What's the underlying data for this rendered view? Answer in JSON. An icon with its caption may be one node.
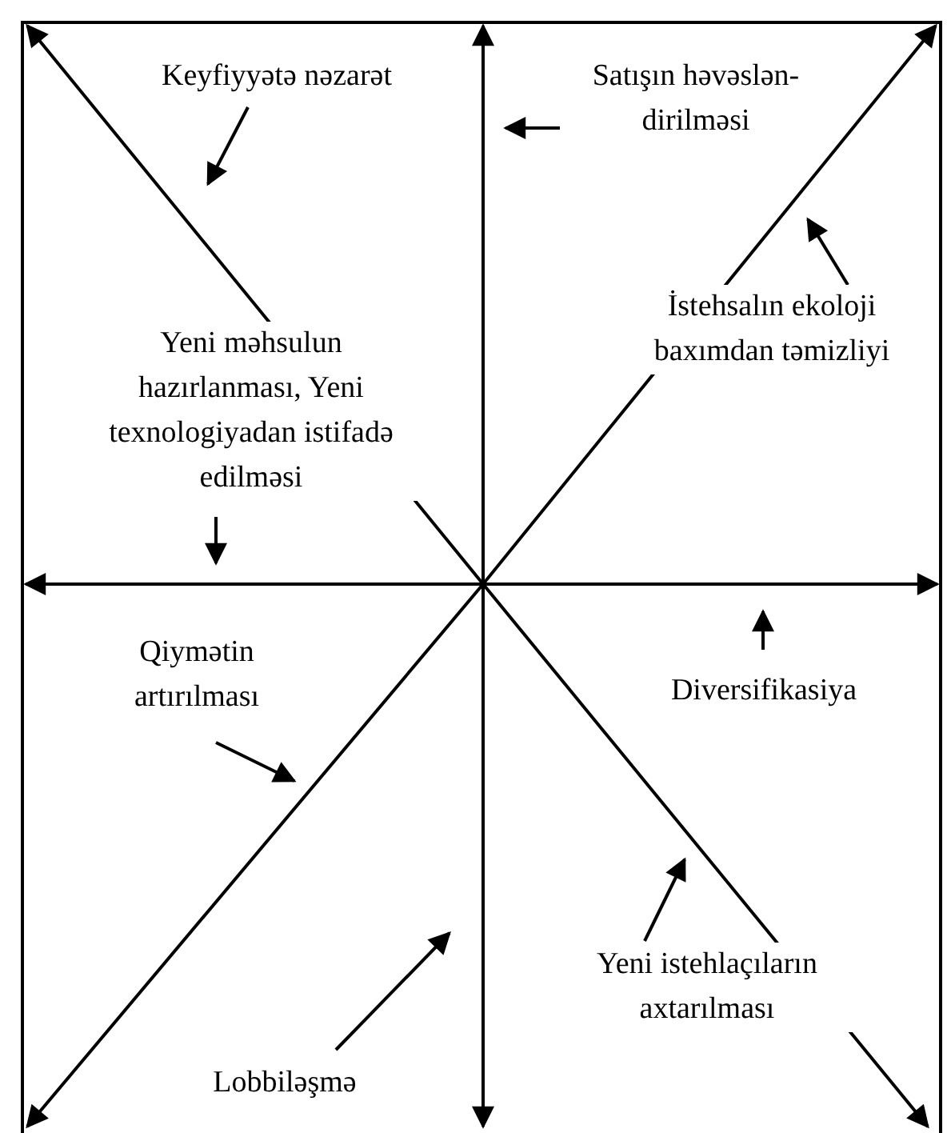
{
  "diagram": {
    "nodes": [
      {
        "text": [
          "Keyfiyyətə nəzarət"
        ]
      },
      {
        "text": [
          "Satışın həvəslən- dirilməsi"
        ]
      },
      {
        "text": [
          "Yeni məhsulun hazırlanması, Yeni texnologiyadan istifadə edilməsi"
        ]
      },
      {
        "text": [
          "İstehsalın ekoloji baxımdan təmizliyi"
        ]
      },
      {
        "text": [
          "Diversifikasiya"
        ]
      },
      {
        "text": [
          "Qiymətin artırılması"
        ]
      },
      {
        "text": [
          "Yeni istehlaçıların axtarılması"
        ]
      },
      {
        "text": [
          "Lobbiləşmə"
        ]
      }
    ],
    "edges": [
      {
        "from": 0,
        "to": null,
        "arrow": "to"
      },
      {
        "from": 1,
        "to": null,
        "arrow": "to"
      },
      {
        "from": 2,
        "to": null,
        "arrow": "to"
      },
      {
        "from": 3,
        "to": null,
        "arrow": "to"
      },
      {
        "from": 4,
        "to": null,
        "arrow": "to"
      },
      {
        "from": 5,
        "to": null,
        "arrow": "to"
      },
      {
        "from": 6,
        "to": null,
        "arrow": "to"
      },
      {
        "from": 7,
        "to": null,
        "arrow": "to"
      }
    ]
  }
}
